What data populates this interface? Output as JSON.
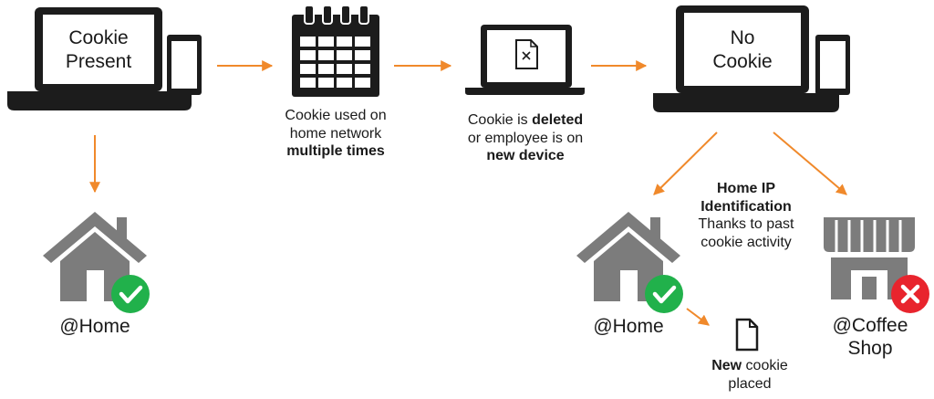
{
  "steps": [
    {
      "id": "cookie-present",
      "screen_label_lines": [
        "Cookie",
        "Present"
      ]
    },
    {
      "id": "calendar",
      "caption": {
        "line1": "Cookie used on",
        "line2": "home network",
        "line3_bold": "multiple times"
      }
    },
    {
      "id": "cookie-deleted",
      "caption": {
        "line1_plain": "Cookie is ",
        "line1_bold": "deleted",
        "line2": "or employee is on",
        "line3_bold": "new device"
      }
    },
    {
      "id": "no-cookie",
      "screen_label_lines": [
        "No",
        "Cookie"
      ]
    }
  ],
  "home_ip": {
    "title_line1": "Home IP",
    "title_line2": "Identification",
    "desc_line1": "Thanks to past",
    "desc_line2": "cookie activity"
  },
  "places": {
    "home_left": {
      "label": "@Home",
      "status": "check"
    },
    "home_right": {
      "label": "@Home",
      "status": "check"
    },
    "coffee_shop": {
      "label_line1": "@Coffee",
      "label_line2": "Shop",
      "status": "cross"
    }
  },
  "new_cookie": {
    "bold": "New",
    "plain": " cookie",
    "line2": "placed"
  },
  "colors": {
    "device": "#1c1c1c",
    "building": "#7c7c7c",
    "arrow": "#f0892b",
    "check": "#21b14b",
    "cross": "#e8242d",
    "document": "#1c1c1c"
  },
  "icons": [
    "laptop-icon",
    "phone-icon",
    "calendar-icon",
    "document-icon",
    "house-icon",
    "shop-icon",
    "check-icon",
    "cross-icon",
    "arrow-icon"
  ]
}
